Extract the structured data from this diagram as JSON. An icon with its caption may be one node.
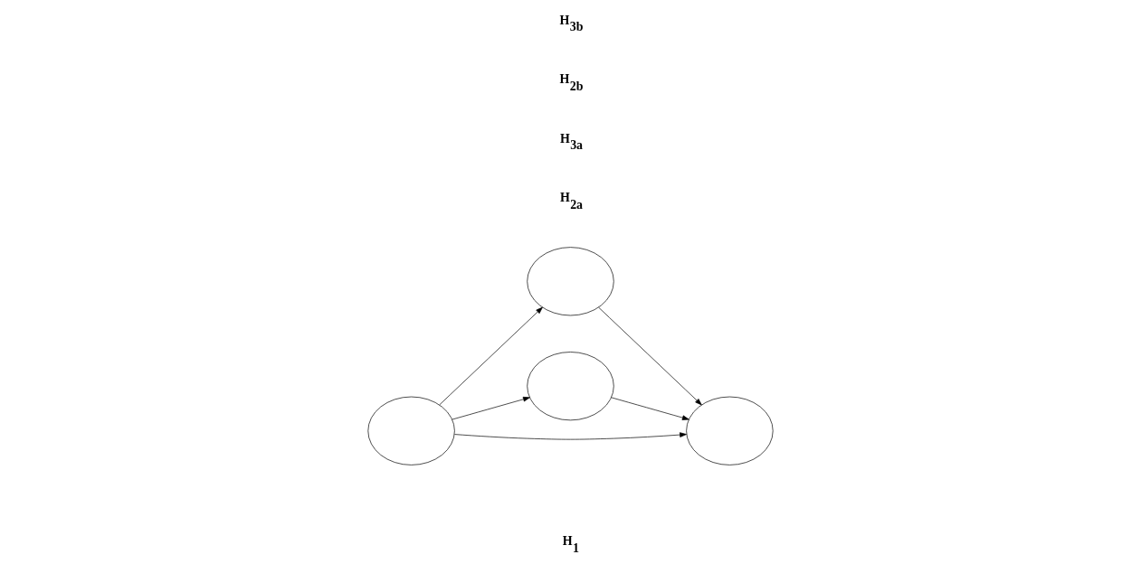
{
  "diagram": {
    "nodes": [
      {
        "text": [],
        "shape": "circle"
      },
      {
        "text": [],
        "shape": "circle"
      },
      {
        "text": [],
        "shape": "circle"
      },
      {
        "text": [],
        "shape": "circle"
      }
    ],
    "edges": [
      {
        "from": 0,
        "to": 1,
        "arrow": "to"
      },
      {
        "from": 0,
        "to": 3,
        "arrow": "to"
      },
      {
        "from": 0,
        "to": 2,
        "arrow": "to"
      },
      {
        "from": 1,
        "to": 3,
        "arrow": "to"
      },
      {
        "from": 2,
        "to": 3,
        "arrow": "to"
      }
    ],
    "labels": [
      "H$_{2a}$",
      "H$_{3a}$",
      "H$_{1}$",
      "H$_{2b}$",
      "H$_{3b}$"
    ]
  }
}
